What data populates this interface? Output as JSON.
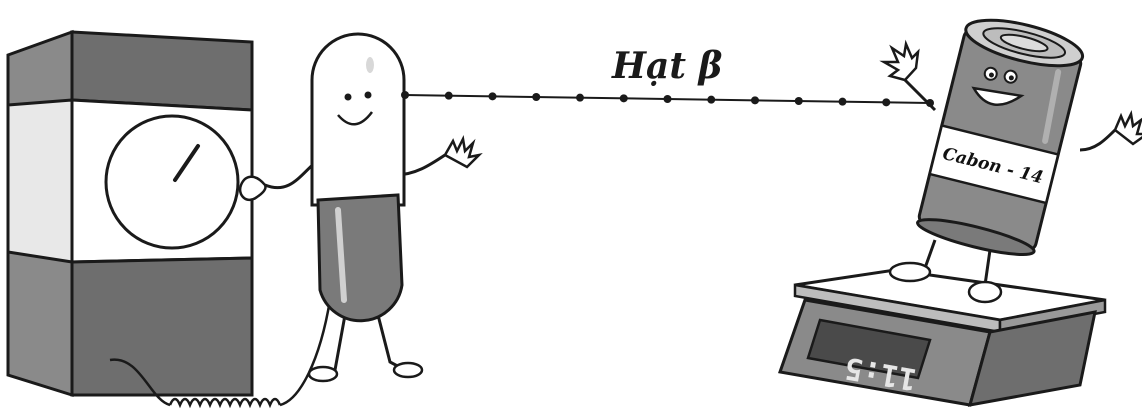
{
  "labels": {
    "particle": "Hạt β",
    "can": "Cabon - 14",
    "scale_display": "11:5"
  },
  "colors": {
    "ink": "#1a1a1a",
    "dark_gray": "#6b6b6b",
    "mid_gray": "#8a8a8a",
    "light_gray": "#c9c9c9",
    "paper": "#ffffff"
  },
  "icons": {
    "detector": "radiation-counter-machine",
    "capsule": "capsule-character",
    "can": "carbon-14-can-character",
    "scale": "digital-scale"
  }
}
